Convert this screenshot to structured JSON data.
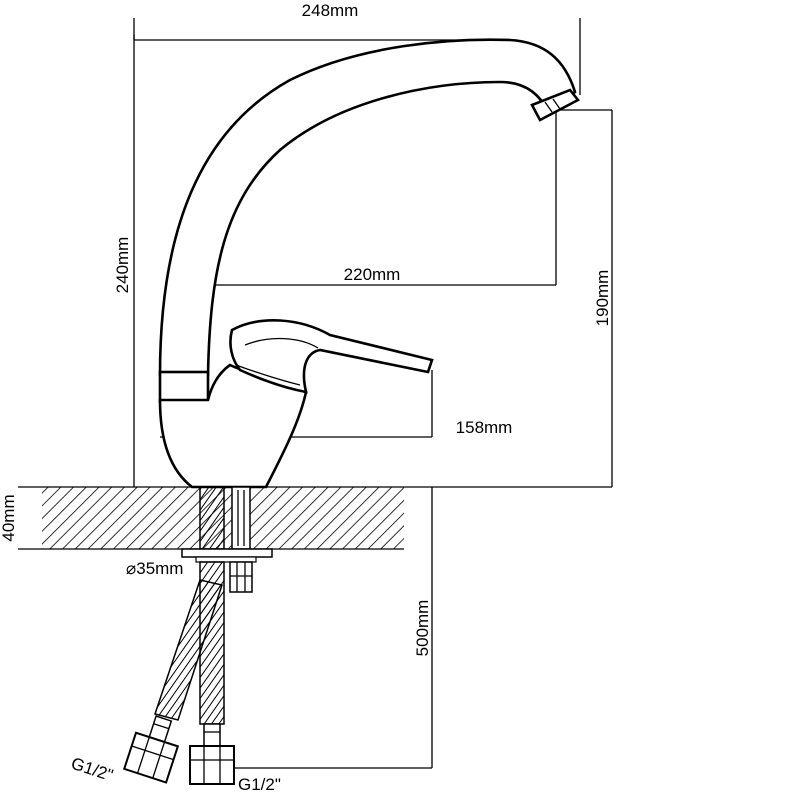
{
  "dimensions": {
    "width_total": "248mm",
    "height_total": "240mm",
    "spout_reach": "220mm",
    "spout_height": "190mm",
    "handle_height": "158mm",
    "counter_thickness": "40mm",
    "hole_diameter": "⌀35mm",
    "hose_length": "500mm"
  },
  "threads": {
    "left_label": "G1/2\"",
    "right_label": "G1/2\""
  }
}
